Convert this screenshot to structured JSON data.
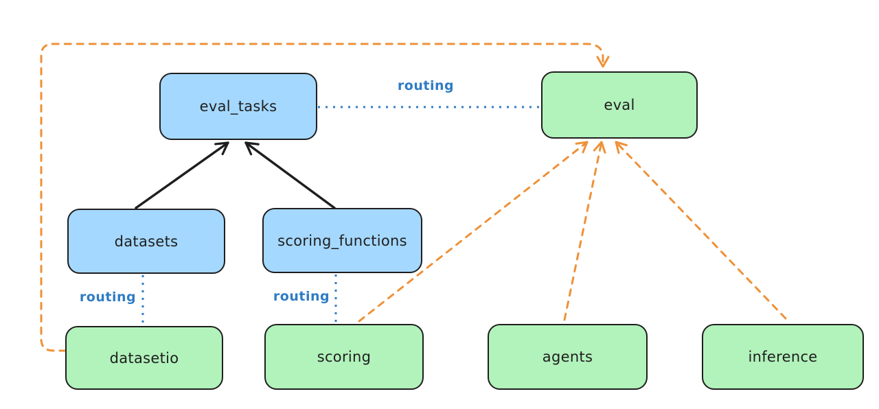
{
  "diagram": {
    "type": "architecture-graph",
    "nodes": [
      {
        "id": "eval_tasks",
        "label": "eval_tasks",
        "color": "blue"
      },
      {
        "id": "eval",
        "label": "eval",
        "color": "green"
      },
      {
        "id": "datasets",
        "label": "datasets",
        "color": "blue"
      },
      {
        "id": "scoring_functions",
        "label": "scoring_functions",
        "color": "blue"
      },
      {
        "id": "datasetio",
        "label": "datasetio",
        "color": "green"
      },
      {
        "id": "scoring",
        "label": "scoring",
        "color": "green"
      },
      {
        "id": "agents",
        "label": "agents",
        "color": "green"
      },
      {
        "id": "inference",
        "label": "inference",
        "color": "green"
      }
    ],
    "edges": [
      {
        "from": "datasets",
        "to": "eval_tasks",
        "style": "solid",
        "color": "black",
        "arrow": true
      },
      {
        "from": "scoring_functions",
        "to": "eval_tasks",
        "style": "solid",
        "color": "black",
        "arrow": true
      },
      {
        "from": "eval_tasks",
        "to": "eval",
        "style": "dotted",
        "color": "blue",
        "arrow": false,
        "label": "routing"
      },
      {
        "from": "datasets",
        "to": "datasetio",
        "style": "dotted",
        "color": "blue",
        "arrow": false,
        "label": "routing"
      },
      {
        "from": "scoring_functions",
        "to": "scoring",
        "style": "dotted",
        "color": "blue",
        "arrow": false,
        "label": "routing"
      },
      {
        "from": "datasetio",
        "to": "eval",
        "style": "dashed",
        "color": "orange",
        "arrow": true,
        "route": "around-left-and-top"
      },
      {
        "from": "scoring",
        "to": "eval",
        "style": "dashed",
        "color": "orange",
        "arrow": true
      },
      {
        "from": "agents",
        "to": "eval",
        "style": "dashed",
        "color": "orange",
        "arrow": true
      },
      {
        "from": "inference",
        "to": "eval",
        "style": "dashed",
        "color": "orange",
        "arrow": true
      }
    ],
    "colors": {
      "background": "#ffffff",
      "node-blue-fill": "#a5d8ff",
      "node-green-fill": "#b2f2bb",
      "node-stroke": "#1e1e1e",
      "routing-blue": "#2f7cc4",
      "edge-orange": "#ee9138",
      "edge-black": "#1e1e1e"
    }
  }
}
